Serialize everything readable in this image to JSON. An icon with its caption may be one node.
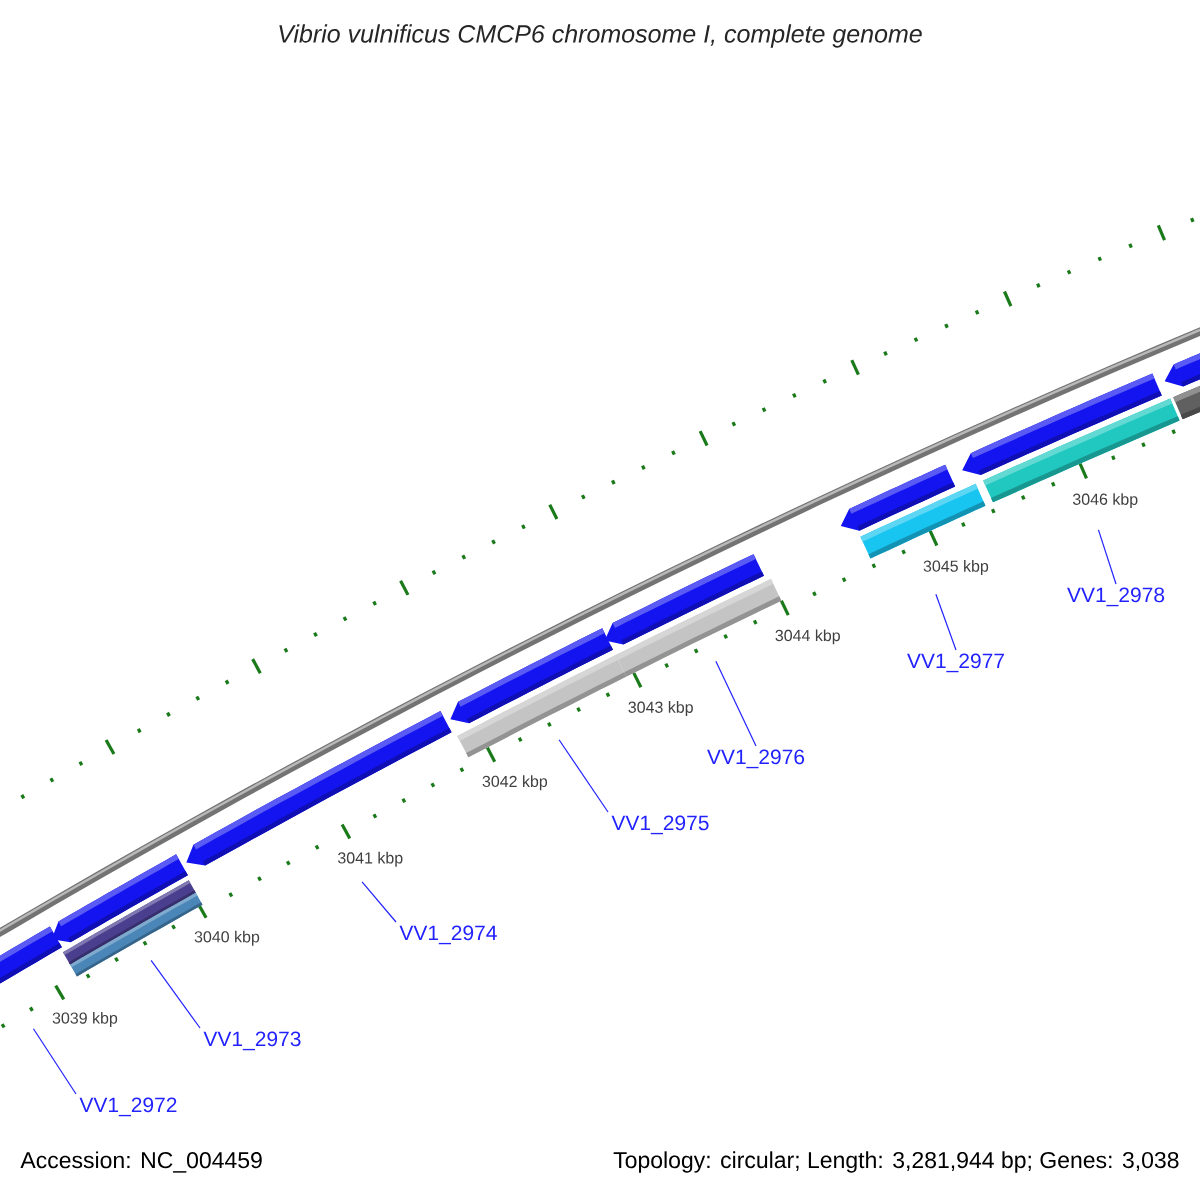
{
  "diagram": {
    "title": "Vibrio vulnificus CMCP6 chromosome I, complete genome",
    "nodes": [
      {
        "text": [
          "VV1_2978"
        ]
      },
      {
        "text": [
          "VV1_2977"
        ]
      },
      {
        "text": [
          "VV1_2976"
        ]
      },
      {
        "text": [
          "VV1_2975"
        ]
      },
      {
        "text": [
          "VV1_2974"
        ]
      },
      {
        "text": [
          "VV1_2973"
        ]
      },
      {
        "text": [
          "VV1_2972"
        ]
      }
    ],
    "edges": [
      {
        "from": 0,
        "to": null,
        "arrow": "none"
      },
      {
        "from": 1,
        "to": null,
        "arrow": "none"
      },
      {
        "from": 2,
        "to": null,
        "arrow": "none"
      },
      {
        "from": 3,
        "to": null,
        "arrow": "none"
      },
      {
        "from": 4,
        "to": null,
        "arrow": "none"
      },
      {
        "from": 5,
        "to": null,
        "arrow": "none"
      },
      {
        "from": 6,
        "to": null,
        "arrow": "none"
      }
    ],
    "labels": [
      "3046 kbp",
      "3045 kbp",
      "3044 kbp",
      "3043 kbp",
      "3042 kbp",
      "3041 kbp",
      "3040 kbp",
      "3039 kbp",
      "Accession: NC_004459",
      "Topology: circular; Length: 3,281,944 bp; Genes: 3,038"
    ]
  }
}
